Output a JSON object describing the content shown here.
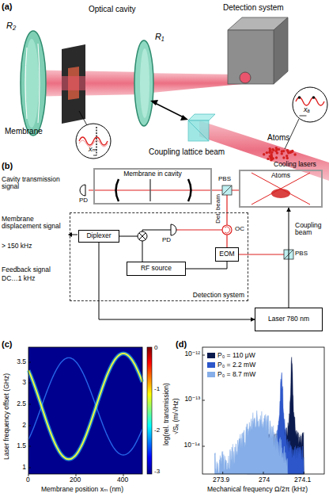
{
  "diagram": {
    "nodes": [
      {
        "text": [
          "Membrane in cavity"
        ]
      },
      {
        "text": [
          "Atoms"
        ]
      },
      {
        "text": [
          "Detection system"
        ]
      },
      {
        "text": [
          "Diplexer"
        ],
        "in": 2
      },
      {
        "text": [
          "RF source"
        ],
        "in": 2
      },
      {
        "text": [
          "EOM"
        ],
        "in": 2
      },
      {
        "text": [
          "Laser 780 nm"
        ]
      }
    ],
    "edges": [
      {
        "from": 4,
        "to": 5,
        "arrow": "none"
      },
      {
        "from": 3,
        "to": 6,
        "arrow": "to"
      },
      {
        "from": 6,
        "to": 1,
        "arrow": "to"
      }
    ],
    "labels": [
      "(a)",
      "R₂",
      "Optical cavity",
      "R₁",
      "Detection system",
      "Membrane",
      "xₘ",
      "Coupling lattice beam",
      "Atoms",
      "xₐ",
      "(b)",
      "Cavity transmission signal",
      "PD",
      "PBS",
      "Cooling lasers",
      "Det. beam",
      "Coupling beam",
      "Membrane displacement signal",
      "> 150 kHz",
      "OC",
      "PD",
      "Feedback signal",
      "DC…1 kHz",
      "PBS",
      "(c)",
      "3.5",
      "3",
      "2.5",
      "2",
      "1.5",
      "1",
      "Laser frequency offset (GHz)",
      "0",
      "200",
      "400",
      "Membrane position xₘ (nm)",
      "0",
      "-1",
      "-2",
      "-3",
      "log(rel. transmission)",
      "(d)",
      "10⁻¹²",
      "10⁻¹³",
      "10⁻¹⁴",
      "273.9",
      "274",
      "274.1",
      "√Sₓ (m/√Hz)",
      "Mechanical frequency Ω/2π (kHz)"
    ],
    "legend": [
      {
        "text": "P₀ = 110 μW",
        "color": "#0b1a4d"
      },
      {
        "text": "P₀ = 2.2 mW",
        "color": "#2c56c9"
      },
      {
        "text": "P₀ = 8.7 mW",
        "color": "#86aee8"
      }
    ]
  }
}
